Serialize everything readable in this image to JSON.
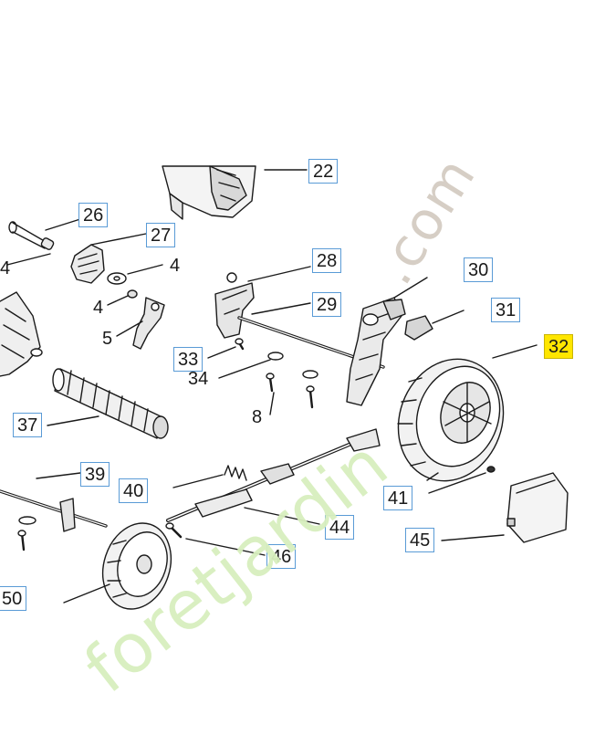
{
  "labels": {
    "l22": "22",
    "l26": "26",
    "l27": "27",
    "l4a": "4",
    "l4b": "4",
    "l4c": "4",
    "l5": "5",
    "l28": "28",
    "l29": "29",
    "l30": "30",
    "l31": "31",
    "l32": "32",
    "l33": "33",
    "l34": "34",
    "l8": "8",
    "l37": "37",
    "l39": "39",
    "l40": "40",
    "l41": "41",
    "l44": "44",
    "l45": "45",
    "l46": "46",
    "l50": "50"
  },
  "watermark": {
    "domain": ".com",
    "brand": "foretjardin"
  },
  "colors": {
    "highlight": "#ffe600",
    "label_border": "#5a9bd6",
    "line": "#1a1a1a",
    "watermark_green": "#d8efbe",
    "watermark_gray": "#d4ccc2"
  }
}
